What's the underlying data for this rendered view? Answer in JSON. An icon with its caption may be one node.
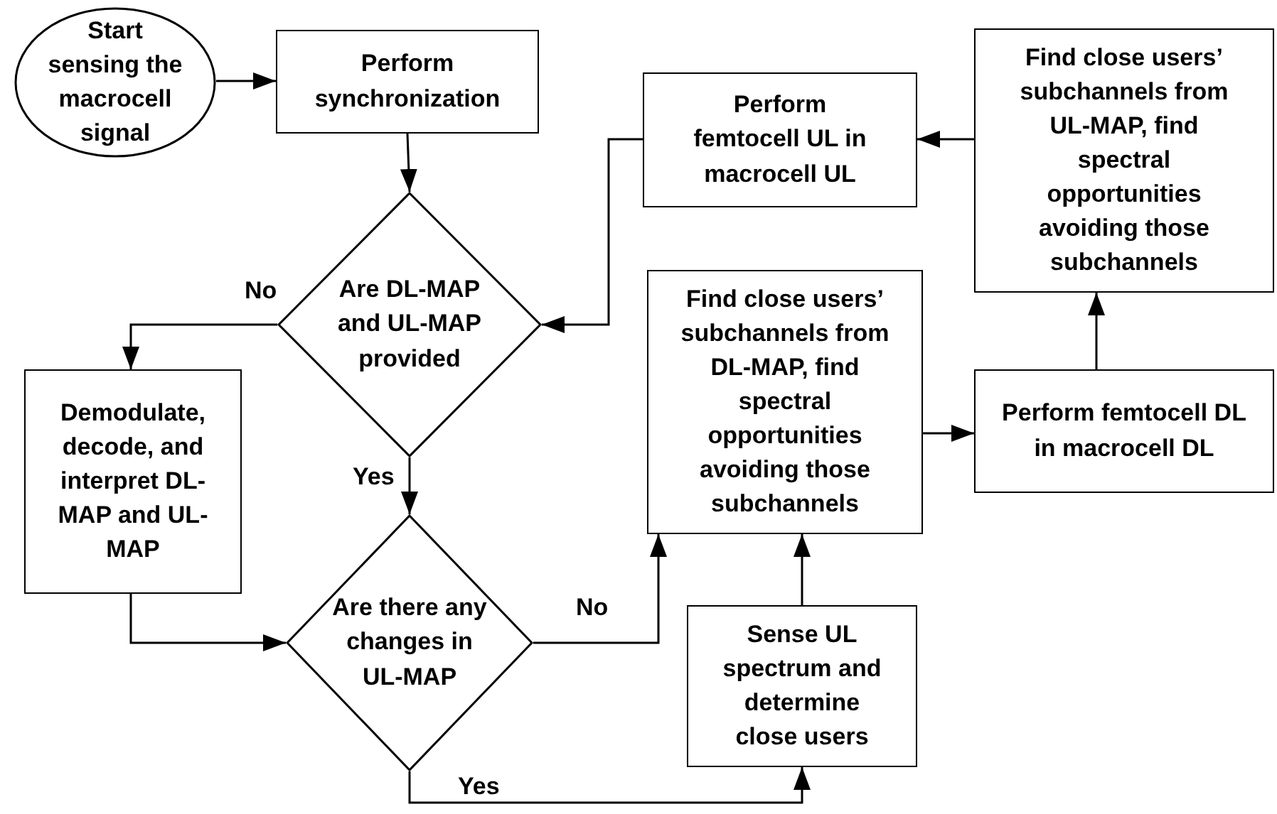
{
  "diagram": {
    "nodes": [
      {
        "text": [
          "Start sensing the macrocell signal"
        ]
      },
      {
        "text": [
          "Perform synchronization"
        ]
      },
      {
        "text": [
          "Are DL-MAP and UL-MAP provided"
        ]
      },
      {
        "text": [
          "Demodulate, decode, and interpret DL-MAP and UL-MAP"
        ]
      },
      {
        "text": [
          "Are there any changes in UL-MAP"
        ]
      },
      {
        "text": [
          "Find close users’ subchannels from DL-MAP, find spectral opportunities avoiding those subchannels"
        ]
      },
      {
        "text": [
          "Sense UL spectrum and determine close users"
        ]
      },
      {
        "text": [
          "Perform femtocell DL in macrocell DL"
        ]
      },
      {
        "text": [
          "Find close users’ subchannels from UL-MAP, find spectral opportunities avoiding those subchannels"
        ]
      },
      {
        "text": [
          "Perform femtocell UL in macrocell UL"
        ]
      }
    ],
    "edges": [
      {
        "from": 0,
        "to": 1,
        "arrow": "to"
      },
      {
        "from": 1,
        "to": 2,
        "arrow": "to"
      },
      {
        "from": 2,
        "to": 3,
        "arrow": "to",
        "label": "No"
      },
      {
        "from": 2,
        "to": 4,
        "arrow": "to",
        "label": "Yes"
      },
      {
        "from": 3,
        "to": 4,
        "arrow": "to"
      },
      {
        "from": 4,
        "to": 5,
        "arrow": "to",
        "label": "No"
      },
      {
        "from": 4,
        "to": 6,
        "arrow": "to",
        "label": "Yes"
      },
      {
        "from": 6,
        "to": 5,
        "arrow": "to"
      },
      {
        "from": 5,
        "to": 7,
        "arrow": "to"
      },
      {
        "from": 7,
        "to": 8,
        "arrow": "to"
      },
      {
        "from": 8,
        "to": 9,
        "arrow": "to"
      },
      {
        "from": 9,
        "to": 2,
        "arrow": "to"
      }
    ]
  }
}
